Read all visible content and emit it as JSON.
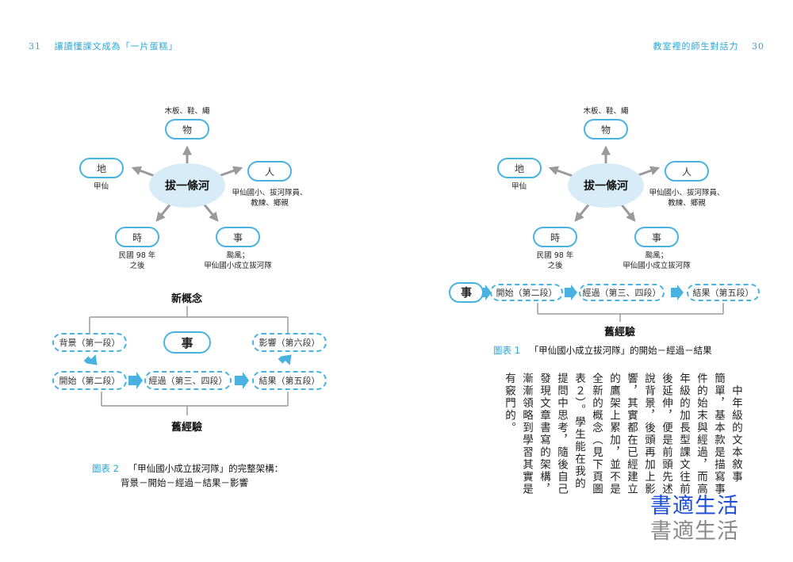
{
  "header": {
    "left_page_num": "31",
    "left_title": "讓讀懂課文成為「一片蛋糕」",
    "right_title": "教室裡的師生對話力",
    "right_page_num": "30"
  },
  "diagram": {
    "center": "拔一條河",
    "wu": {
      "label": "物",
      "caption": "木板、鞋、繩"
    },
    "di": {
      "label": "地",
      "caption": "甲仙"
    },
    "ren": {
      "label": "人",
      "caption_line1": "甲仙國小、拔河隊員、",
      "caption_line2": "教練、鄉親"
    },
    "shi_time": {
      "label": "時",
      "caption_line1": "民國 98 年",
      "caption_line2": "之後"
    },
    "shi_event": {
      "label": "事",
      "caption_line1": "颱風；",
      "caption_line2": "甲仙國小成立拔河隊"
    }
  },
  "left_flow": {
    "new_concept": "新概念",
    "background": "背景（第一段）",
    "event": "事",
    "impact": "影響（第六段）",
    "start": "開始（第二段）",
    "process": "經過（第三、四段）",
    "result": "結果（第五段）",
    "old_experience": "舊經驗"
  },
  "left_caption": {
    "figure": "圖表 2",
    "line1": "「甲仙國小成立拔河隊」的完整架構：",
    "line2": "背景－開始－經過－結果－影響"
  },
  "right_flow": {
    "event": "事",
    "start": "開始（第二段）",
    "process": "經過（第三、四段）",
    "result": "結果（第五段）",
    "old_experience": "舊經驗"
  },
  "right_caption": {
    "figure": "圖表 1",
    "text": "「甲仙國小成立拔河隊」的開始－經過－結果"
  },
  "body_columns": [
    "　中年級的文本敘事",
    "簡單，基本款是描寫事",
    "件的始末與經過，而高",
    "年級的加長型課文往前",
    "後延伸，便是前頭先述",
    "說背景，後頭再加上影",
    "響，其實都在已經建立",
    "的鷹架上累加，並不是",
    "全新的概念（見下頁圖",
    "表２）。學生能在我的",
    "提問中思考，隨後自己",
    "發現文章書寫的架構，",
    "漸漸領略到學習其實是",
    "有竅門的。"
  ],
  "watermark": {
    "text1": "書適生活",
    "text2": "書適生活",
    "color1": "#1f4fd8",
    "color2": "#8a8a8a"
  },
  "colors": {
    "accent": "#2aa6d8",
    "hub_fill": "#d8ecf7",
    "arrow": "#9a9a9a"
  }
}
